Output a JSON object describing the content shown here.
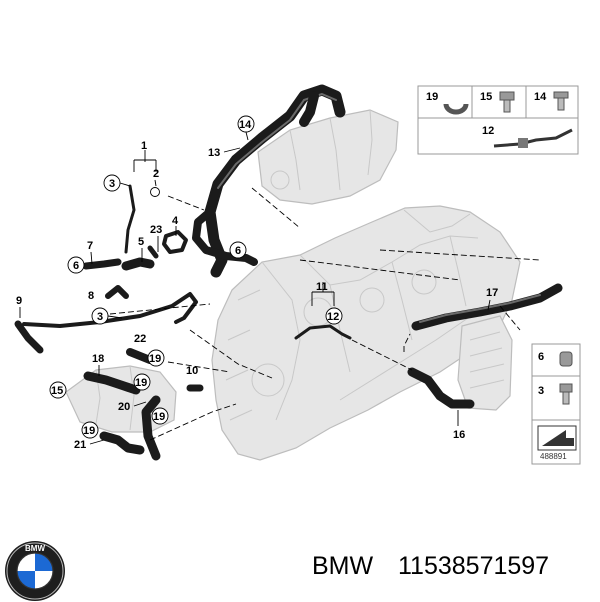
{
  "diagram_code": "488891",
  "footer": {
    "brand": "BMW",
    "part_number": "11538571597",
    "logo_text": "BMW"
  },
  "callouts": {
    "c1": "1",
    "c2": "2",
    "c3a": "3",
    "c4": "4",
    "c5": "5",
    "c6a": "6",
    "c6b": "6",
    "c7": "7",
    "c8": "8",
    "c9": "9",
    "c3b": "3",
    "c10": "10",
    "c11": "11",
    "c12a": "12",
    "c13": "13",
    "c14": "14",
    "c15a": "15",
    "c16": "16",
    "c17": "17",
    "c18": "18",
    "c19a": "19",
    "c19b": "19",
    "c19c": "19",
    "c19d": "19",
    "c20": "20",
    "c21": "21",
    "c22": "22",
    "c23": "23"
  },
  "legend_top": {
    "i19": "19",
    "i15": "15",
    "i14": "14",
    "i12": "12"
  },
  "legend_side": {
    "i6": "6",
    "i3": "3"
  },
  "colors": {
    "hose": "#1b1b1b",
    "engine": "#e6e6e6",
    "logo_blue": "#1c69d4"
  }
}
